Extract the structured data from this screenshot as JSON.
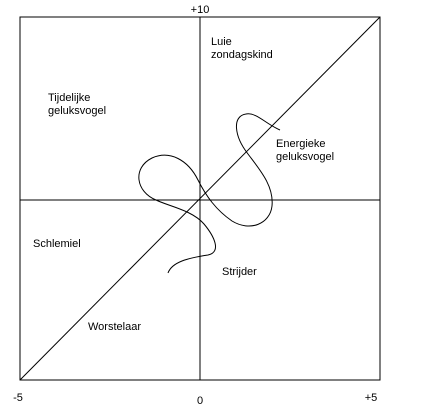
{
  "diagram": {
    "axis_labels": {
      "top": "+10",
      "left": "-5",
      "center": "0",
      "right": "+5"
    },
    "quadrants": [
      {
        "key": "luie",
        "lines": [
          "Luie",
          "zondagskind"
        ]
      },
      {
        "key": "tijdelijke",
        "lines": [
          "Tijdelijke",
          "geluksvogel"
        ]
      },
      {
        "key": "energieke",
        "lines": [
          "Energieke",
          "geluksvogel"
        ]
      },
      {
        "key": "schlemiel",
        "lines": [
          "Schlemiel"
        ]
      },
      {
        "key": "strijder",
        "lines": [
          "Strijder"
        ]
      },
      {
        "key": "worstelaar",
        "lines": [
          "Worstelaar"
        ]
      }
    ],
    "colors": {
      "line": "#000000",
      "background": "#ffffff"
    }
  }
}
